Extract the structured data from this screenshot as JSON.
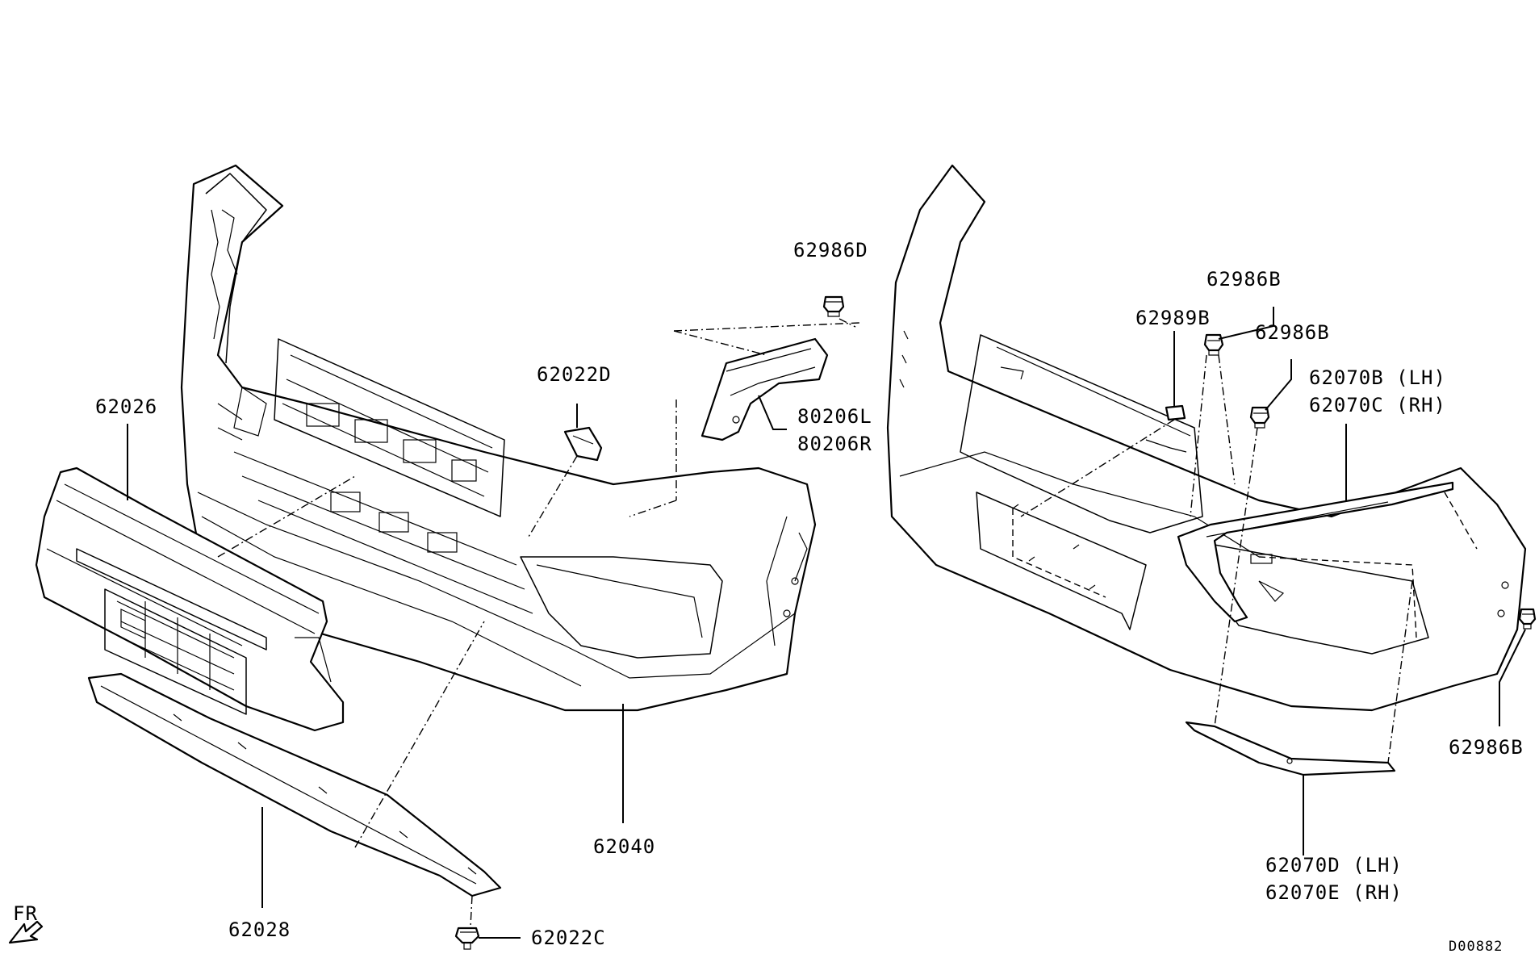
{
  "labels": {
    "p62986D": "62986D",
    "p62022D": "62022D",
    "p62026": "62026",
    "p80206L": "80206L",
    "p80206R": "80206R",
    "p62040": "62040",
    "p62028": "62028",
    "p62022C": "62022C",
    "p62986B_top": "62986B",
    "p62989B": "62989B",
    "p62986B_mid": "62986B",
    "p62070B": "62070B (LH)",
    "p62070C": "62070C (RH)",
    "p62986B_right": "62986B",
    "p62070D": "62070D (LH)",
    "p62070E": "62070E (RH)",
    "direction": "FR",
    "diagram_code": "D00882"
  }
}
